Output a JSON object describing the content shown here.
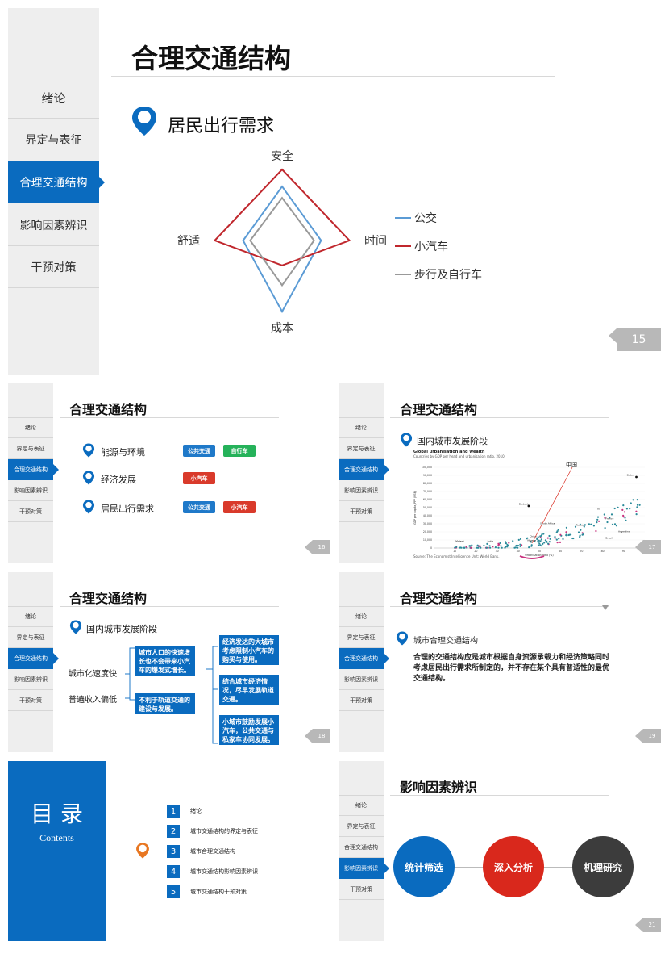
{
  "nav": [
    "绪论",
    "界定与表征",
    "合理交通结构",
    "影响因素辨识",
    "干预对策"
  ],
  "slide15": {
    "title": "合理交通结构",
    "subtitle": "居民出行需求",
    "page": "15",
    "radar": {
      "axes": [
        "安全",
        "时间",
        "成本",
        "舒适"
      ],
      "series": [
        {
          "name": "公交",
          "color": "#5b9bd5",
          "values": [
            0.76,
            0.55,
            1.0,
            0.55
          ]
        },
        {
          "name": "小汽车",
          "color": "#c0272d",
          "values": [
            1.0,
            0.95,
            0.35,
            0.95
          ]
        },
        {
          "name": "步行及自行车",
          "color": "#999999",
          "values": [
            0.6,
            0.45,
            0.63,
            0.45
          ]
        }
      ]
    }
  },
  "slide16": {
    "title": "合理交通结构",
    "page": "16",
    "rows": [
      {
        "label": "能源与环境",
        "tags": [
          {
            "text": "公共交通",
            "color": "#1f79c9"
          },
          {
            "text": "自行车",
            "color": "#25b25a"
          }
        ]
      },
      {
        "label": "经济发展",
        "tags": [
          {
            "text": "小汽车",
            "color": "#d93a2b"
          }
        ]
      },
      {
        "label": "居民出行需求",
        "tags": [
          {
            "text": "公共交通",
            "color": "#1f79c9"
          },
          {
            "text": "小汽车",
            "color": "#d93a2b"
          }
        ]
      }
    ]
  },
  "slide17": {
    "title": "合理交通结构",
    "subtitle": "国内城市发展阶段",
    "page": "17",
    "chart_title": "Global urbanisation and wealth",
    "chart_subtitle": "Countries by GDP per head and urbanisation ratio, 2010",
    "ylabel": "GDP per capita, PPP (US$)",
    "xlabel": "Urbanisation ratio (%)",
    "yticks": [
      "100,000",
      "90,000",
      "80,000",
      "70,000",
      "60,000",
      "50,000",
      "40,000",
      "30,000",
      "20,000",
      "10,000",
      "0"
    ],
    "xticks": [
      "10",
      "20",
      "30",
      "40",
      "50",
      "60",
      "70",
      "80",
      "90",
      "100"
    ],
    "callout": "中国",
    "country_labels": [
      "Qatar",
      "Barbados",
      "South Africa",
      "Russia",
      "US",
      "France",
      "Argentina",
      "Brazil",
      "China",
      "Nigeria",
      "India",
      "Malawi"
    ],
    "source": "Source: The Economist Intelligence Unit; World Bank."
  },
  "slide18": {
    "title": "合理交通结构",
    "subtitle": "国内城市发展阶段",
    "page": "18",
    "left_labels": [
      "城市化速度快",
      "普遍收入偏低"
    ],
    "mid_boxes": [
      "城市人口的快速增长也不会带来小汽车的爆发式增长。",
      "不利于轨道交通的建设与发展。"
    ],
    "right_boxes": [
      "经济发达的大城市考虑限制小汽车的购买与使用。",
      "结合城市经济情况，尽早发展轨道交通。",
      "小城市鼓励发展小汽车，公共交通与私家车协同发展。"
    ]
  },
  "slide19": {
    "title": "合理交通结构",
    "subtitle": "城市合理交通结构",
    "page": "19",
    "body": "合理的交通结构应是城市根据自身资源承载力和经济策略同时考虑居民出行需求所制定的，并不存在某个具有普适性的最优交通结构。"
  },
  "slide20": {
    "cover_title": "目 录",
    "cover_sub": "Contents",
    "items": [
      {
        "num": "1",
        "text": "绪论"
      },
      {
        "num": "2",
        "text": "城市交通结构的界定与表征"
      },
      {
        "num": "3",
        "text": "城市合理交通结构"
      },
      {
        "num": "4",
        "text": "城市交通结构影响因素辨识"
      },
      {
        "num": "5",
        "text": "城市交通结构干预对策"
      }
    ]
  },
  "slide21": {
    "title": "影响因素辨识",
    "page": "21",
    "circles": [
      {
        "text": "统计筛选",
        "color": "#0a6bbf"
      },
      {
        "text": "深入分析",
        "color": "#d9281c"
      },
      {
        "text": "机理研究",
        "color": "#3c3c3c"
      }
    ]
  }
}
